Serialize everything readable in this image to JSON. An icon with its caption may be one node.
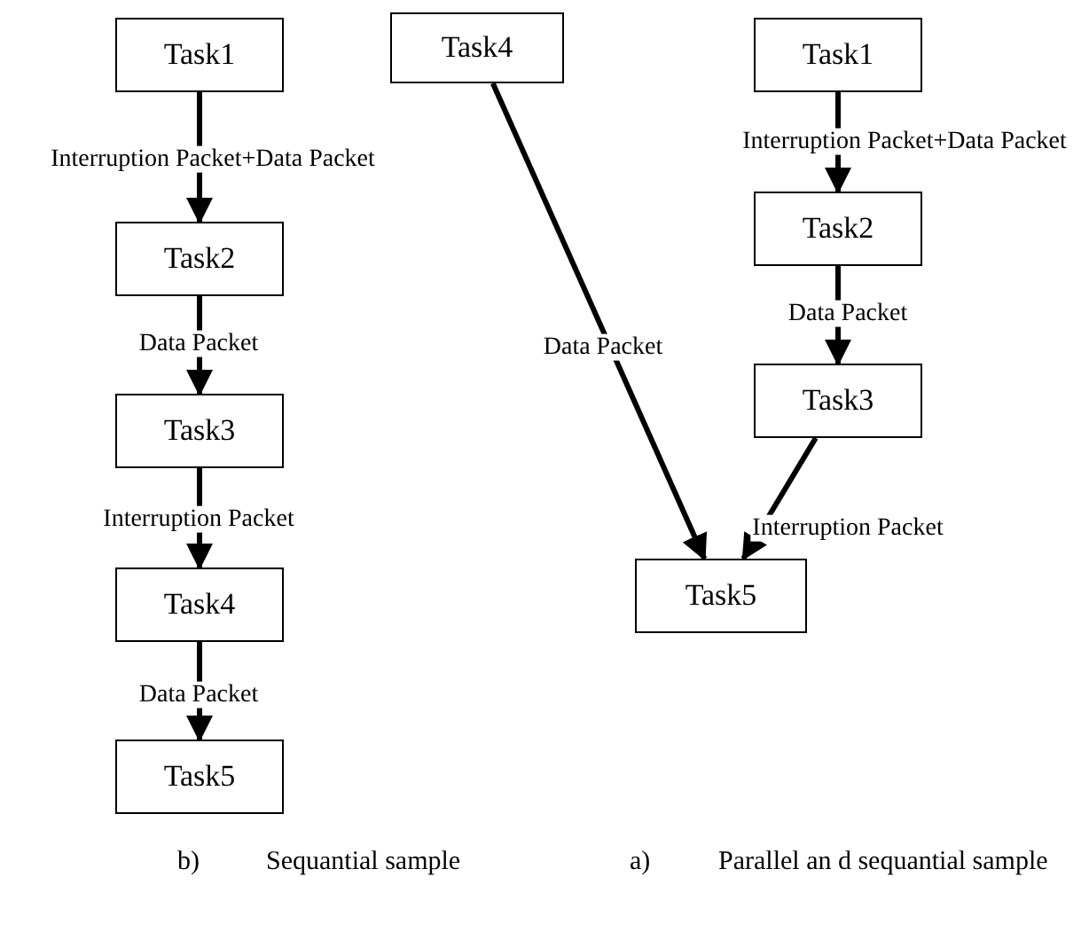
{
  "diagram": {
    "nodes": [
      {
        "text": [
          "Task1"
        ]
      },
      {
        "text": [
          "Task2"
        ]
      },
      {
        "text": [
          "Task3"
        ]
      },
      {
        "text": [
          "Task4"
        ]
      },
      {
        "text": [
          "Task5"
        ]
      },
      {
        "text": [
          "Task4"
        ]
      },
      {
        "text": [
          "Task1"
        ]
      },
      {
        "text": [
          "Task2"
        ]
      },
      {
        "text": [
          "Task3"
        ]
      },
      {
        "text": [
          "Task5"
        ]
      }
    ],
    "edges": [
      {
        "from": 0,
        "to": 1,
        "arrow": "to",
        "label": "Interruption Packet+Data Packet"
      },
      {
        "from": 1,
        "to": 2,
        "arrow": "to",
        "label": "Data Packet"
      },
      {
        "from": 2,
        "to": 3,
        "arrow": "to",
        "label": "Interruption Packet"
      },
      {
        "from": 3,
        "to": 4,
        "arrow": "to",
        "label": "Data Packet"
      },
      {
        "from": 6,
        "to": 7,
        "arrow": "to",
        "label": "Interruption Packet+Data Packet"
      },
      {
        "from": 7,
        "to": 8,
        "arrow": "to",
        "label": "Data Packet"
      },
      {
        "from": 5,
        "to": 9,
        "arrow": "to",
        "label": "Data Packet"
      },
      {
        "from": 8,
        "to": 9,
        "arrow": "to",
        "label": "Interruption Packet"
      }
    ],
    "labels": [
      "b)",
      "Sequantial sample",
      "a)",
      "Parallel an d sequantial sample"
    ]
  }
}
